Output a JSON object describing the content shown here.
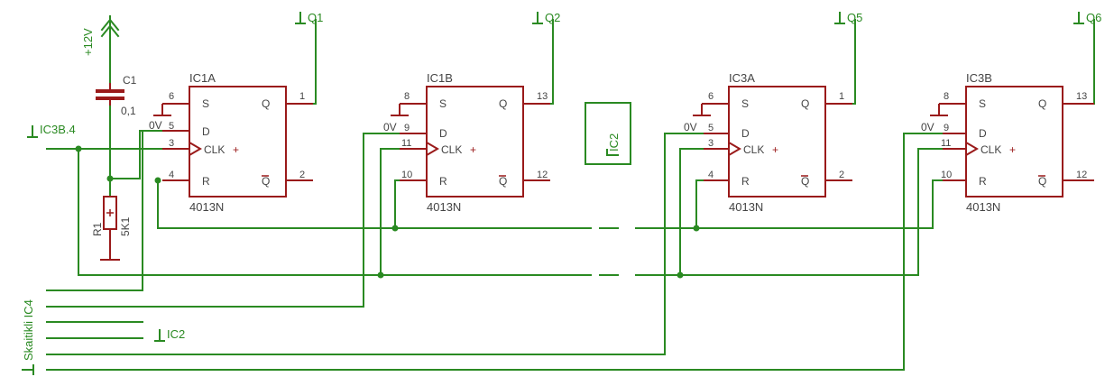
{
  "colors": {
    "wire": "#2a8a22",
    "part": "#9a1a1a",
    "text": "#444444"
  },
  "supply": {
    "label": "+12V"
  },
  "c1": {
    "name": "C1",
    "value": "0,1"
  },
  "r1": {
    "name": "R1",
    "value": "5K1"
  },
  "ic2_box": {
    "label": "IC2"
  },
  "ports": {
    "ic3b4": "IC3B.4",
    "ic2": "IC2",
    "skaitikli": "Skaitikli IC4",
    "q1": "Q1",
    "q2": "Q2",
    "q5": "Q5",
    "q6": "Q6"
  },
  "labels": {
    "clk": "CLK",
    "plus": "+"
  },
  "chips": [
    {
      "name": "IC1A",
      "type": "4013N",
      "zero_label": "0V",
      "pins": {
        "s": "S",
        "d": "D",
        "r": "R",
        "q": "Q",
        "qbar": "Q",
        "n_s": "6",
        "n_d": "5",
        "n_clk": "3",
        "n_r": "4",
        "n_q": "1",
        "n_qbar": "2"
      }
    },
    {
      "name": "IC1B",
      "type": "4013N",
      "zero_label": "0V",
      "pins": {
        "s": "S",
        "d": "D",
        "r": "R",
        "q": "Q",
        "qbar": "Q",
        "n_s": "8",
        "n_d": "9",
        "n_clk": "11",
        "n_r": "10",
        "n_q": "13",
        "n_qbar": "12"
      }
    },
    {
      "name": "IC3A",
      "type": "4013N",
      "zero_label": "0V",
      "pins": {
        "s": "S",
        "d": "D",
        "r": "R",
        "q": "Q",
        "qbar": "Q",
        "n_s": "6",
        "n_d": "5",
        "n_clk": "3",
        "n_r": "4",
        "n_q": "1",
        "n_qbar": "2"
      }
    },
    {
      "name": "IC3B",
      "type": "4013N",
      "zero_label": "0V",
      "pins": {
        "s": "S",
        "d": "D",
        "r": "R",
        "q": "Q",
        "qbar": "Q",
        "n_s": "8",
        "n_d": "9",
        "n_clk": "11",
        "n_r": "10",
        "n_q": "13",
        "n_qbar": "12"
      }
    }
  ]
}
